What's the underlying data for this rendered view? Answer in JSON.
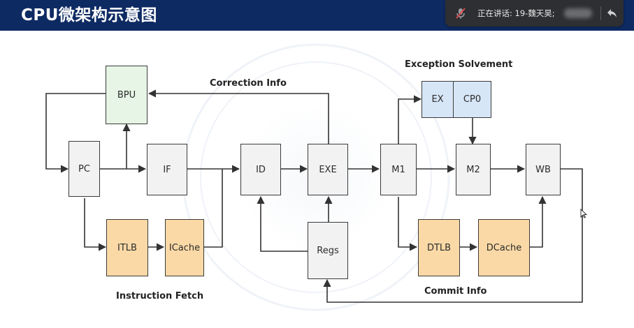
{
  "slide": {
    "title": "CPU微架构示意图"
  },
  "speaker_banner": {
    "text": "正在讲话: 19-魏天昊;",
    "icons": [
      "muted-mic-icon",
      "reply-icon"
    ]
  },
  "diagram": {
    "blocks": {
      "bpu": "BPU",
      "pc": "PC",
      "if": "IF",
      "id": "ID",
      "exe": "EXE",
      "m1": "M1",
      "m2": "M2",
      "wb": "WB",
      "ex": "EX",
      "cp0": "CP0",
      "itlb": "ITLB",
      "icache": "ICache",
      "regs": "Regs",
      "dtlb": "DTLB",
      "dcache": "DCache"
    },
    "labels": {
      "correction_info": "Correction Info",
      "exception_solvement": "Exception Solvement",
      "instruction_fetch": "Instruction Fetch",
      "commit_info": "Commit Info"
    },
    "colors": {
      "title_bar": "#0e2a63",
      "pipeline_block": "#f2f2f2",
      "bpu_block": "#e6f5e6",
      "memory_block": "#fbd9a6",
      "exception_block": "#d6e6f7"
    }
  }
}
